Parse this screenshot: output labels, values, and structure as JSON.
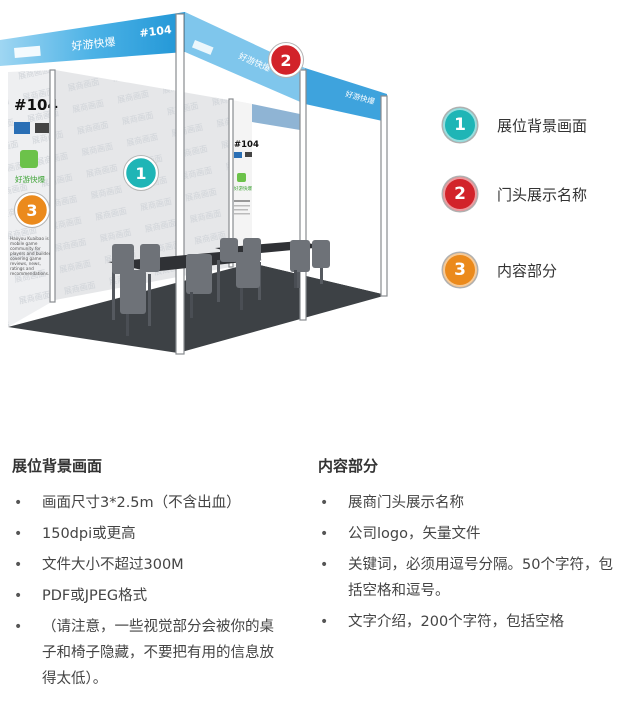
{
  "booth": {
    "number": "#104",
    "brand_name": "好游快爆",
    "watermark_text": "展商画面",
    "desc_text": "Haoyou Kuaibao is a mobile game community for players and builders, covering game reviews, news, ratings and recommendations."
  },
  "markers": [
    {
      "num": "1",
      "color": "#1fb5b6"
    },
    {
      "num": "2",
      "color": "#d2232a"
    },
    {
      "num": "3",
      "color": "#eb8a1c"
    }
  ],
  "legend": [
    {
      "num": "1",
      "label": "展位背景画面",
      "color": "#1fb5b6"
    },
    {
      "num": "2",
      "label": "门头展示名称",
      "color": "#d2232a"
    },
    {
      "num": "3",
      "label": "内容部分",
      "color": "#eb8a1c"
    }
  ],
  "sections": [
    {
      "title": "展位背景画面",
      "items": [
        "画面尺寸3*2.5m（不含出血）",
        "150dpi或更高",
        "文件大小不超过300M",
        "PDF或JPEG格式",
        "（请注意，一些视觉部分会被你的桌子和椅子隐藏，不要把有用的信息放得太低）。"
      ]
    },
    {
      "title": "内容部分",
      "items": [
        "展商门头展示名称",
        "公司logo，矢量文件",
        "关键词，必须用逗号分隔。50个字符，包括空格和逗号。",
        "文字介绍，200个字符，包括空格"
      ]
    }
  ]
}
